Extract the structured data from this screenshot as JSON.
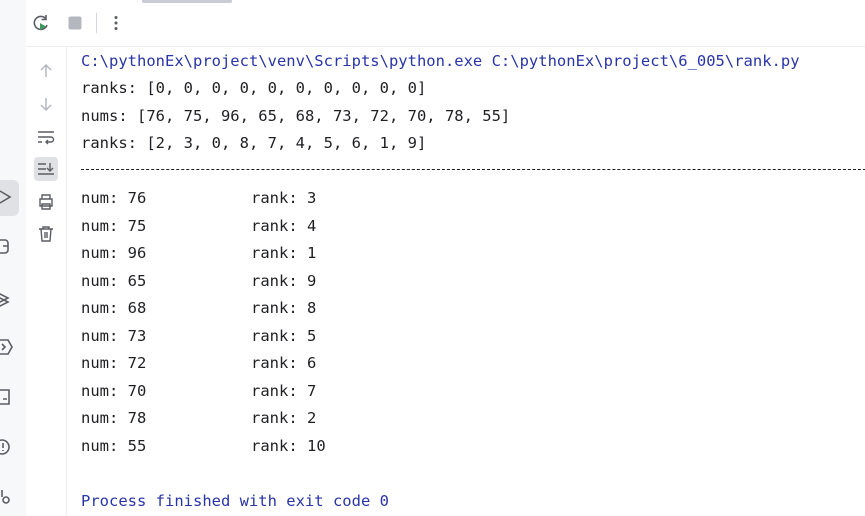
{
  "toolbar": {
    "rerun_icon": "rerun-icon",
    "stop_icon": "stop-icon",
    "more_icon": "more-vertical-icon"
  },
  "side_toolbar": {
    "icons": [
      "up-arrow-icon",
      "down-arrow-icon",
      "soft-wrap-icon",
      "scroll-to-end-icon",
      "print-icon",
      "trash-icon"
    ]
  },
  "console": {
    "command": "C:\\pythonEx\\project\\venv\\Scripts\\python.exe C:\\pythonEx\\project\\6_005\\rank.py",
    "lines": [
      "ranks: [0, 0, 0, 0, 0, 0, 0, 0, 0, 0]",
      "nums: [76, 75, 96, 65, 68, 73, 72, 70, 78, 55]",
      "ranks: [2, 3, 0, 8, 7, 4, 5, 6, 1, 9]"
    ],
    "separator": "----------------------------------------------------------------------------------------------",
    "rows": [
      {
        "num": "num: 76",
        "rank": "rank: 3"
      },
      {
        "num": "num: 75",
        "rank": "rank: 4"
      },
      {
        "num": "num: 96",
        "rank": "rank: 1"
      },
      {
        "num": "num: 65",
        "rank": "rank: 9"
      },
      {
        "num": "num: 68",
        "rank": "rank: 8"
      },
      {
        "num": "num: 73",
        "rank": "rank: 5"
      },
      {
        "num": "num: 72",
        "rank": "rank: 6"
      },
      {
        "num": "num: 70",
        "rank": "rank: 7"
      },
      {
        "num": "num: 78",
        "rank": "rank: 2"
      },
      {
        "num": "num: 55",
        "rank": "rank: 10"
      }
    ],
    "exit": "Process finished with exit code 0"
  },
  "colors": {
    "command_text": "#2834a8",
    "output_text": "#1e1f22",
    "background": "#ffffff",
    "rerun_accent": "#3e9c5b"
  }
}
